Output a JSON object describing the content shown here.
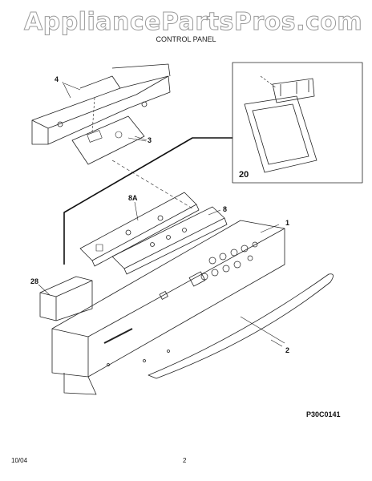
{
  "watermark": "AppliancePartsPros.com",
  "section_title": "CONTROL PANEL",
  "callouts": {
    "part_4": "4",
    "part_3": "3",
    "part_20": "20",
    "part_8a": "8A",
    "part_8": "8",
    "part_1": "1",
    "part_28": "28",
    "part_2": "2"
  },
  "diagram_code": "P30C0141",
  "footer": {
    "date": "10/04",
    "page": "2"
  }
}
